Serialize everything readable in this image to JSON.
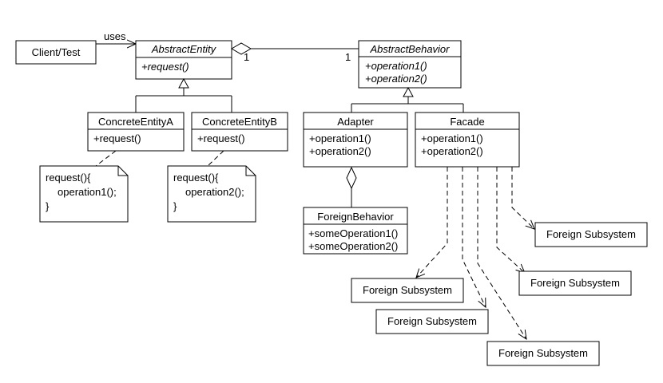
{
  "client": {
    "label": "Client/Test"
  },
  "uses_label": "uses",
  "abstract_entity": {
    "name": "AbstractEntity",
    "methods": [
      "+request()"
    ]
  },
  "abstract_behavior": {
    "name": "AbstractBehavior",
    "methods": [
      "+operation1()",
      "+operation2()"
    ]
  },
  "association": {
    "left_multiplicity": "1",
    "right_multiplicity": "1"
  },
  "concrete_a": {
    "name": "ConcreteEntityA",
    "methods": [
      "+request()"
    ]
  },
  "concrete_b": {
    "name": "ConcreteEntityB",
    "methods": [
      "+request()"
    ]
  },
  "note_a": {
    "lines": [
      "request(){",
      "operation1();",
      "}"
    ]
  },
  "note_b": {
    "lines": [
      "request(){",
      "operation2();",
      "}"
    ]
  },
  "adapter": {
    "name": "Adapter",
    "methods": [
      "+operation1()",
      "+operation2()"
    ]
  },
  "facade": {
    "name": "Facade",
    "methods": [
      "+operation1()",
      "+operation2()"
    ]
  },
  "foreign_behavior": {
    "name": "ForeignBehavior",
    "methods": [
      "+someOperation1()",
      "+someOperation2()"
    ]
  },
  "subsystems": [
    {
      "label": "Foreign Subsystem"
    },
    {
      "label": "Foreign Subsystem"
    },
    {
      "label": "Foreign Subsystem"
    },
    {
      "label": "Foreign Subsystem"
    },
    {
      "label": "Foreign Subsystem"
    }
  ]
}
